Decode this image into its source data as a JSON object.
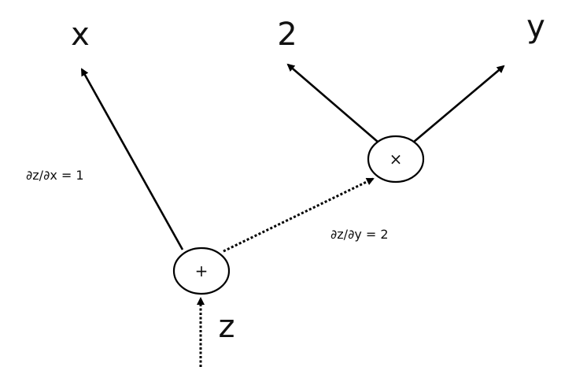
{
  "labels": {
    "x": "x",
    "two": "2",
    "y": "y",
    "z": "z",
    "plus": "+",
    "times": "×",
    "dzdx": "∂z/∂x = 1",
    "dzdy": "∂z/∂y = 2"
  },
  "colors": {
    "stroke": "#000000",
    "background": "#ffffff"
  }
}
